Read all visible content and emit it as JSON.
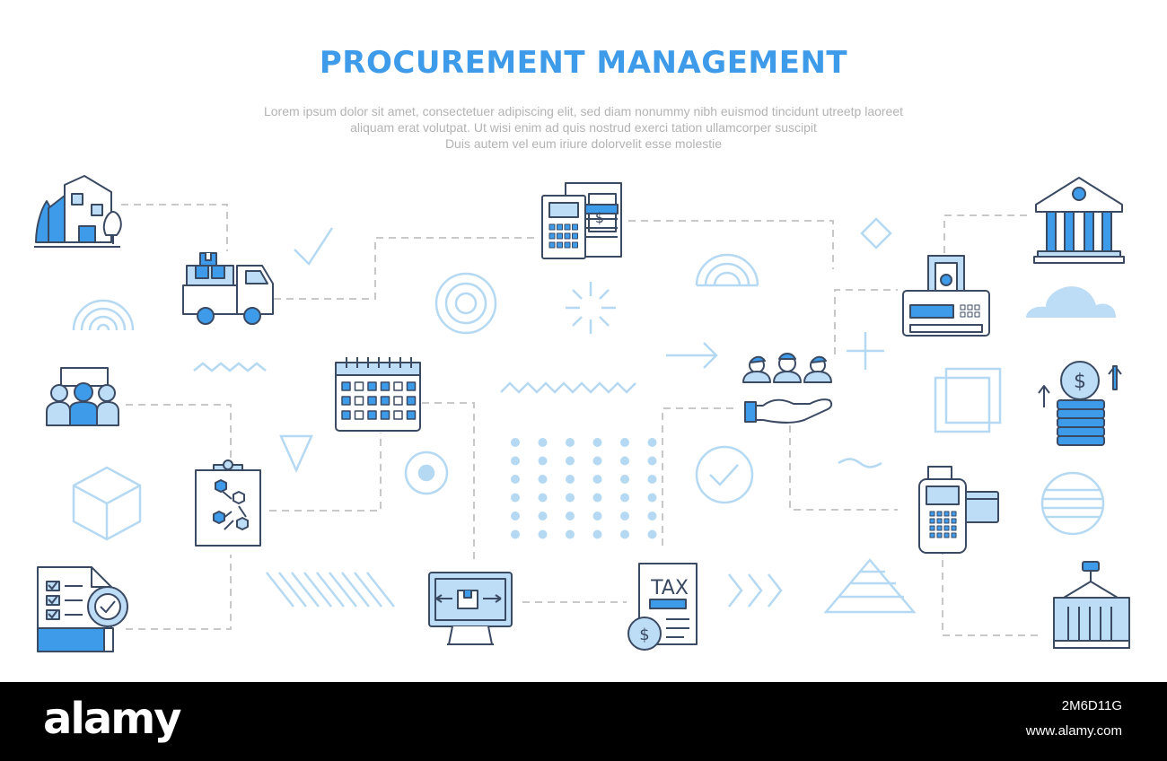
{
  "colors": {
    "accent": "#3d9be9",
    "dark": "#3b4a63",
    "light": "#cfe5f7",
    "fill": "#bddcf5",
    "line": "#c8c8c8",
    "deco": "#b5d9f2"
  },
  "header": {
    "title": "PROCUREMENT MANAGEMENT",
    "subtitle_lines": [
      "Lorem ipsum dolor sit amet, consectetuer adipiscing elit, sed diam nonummy nibh euismod tincidunt utreetp laoreet",
      "aliquam erat volutpat. Ut wisi enim ad  quis nostrud exerci tation ullamcorper suscipit",
      "Duis autem vel eum iriure dolorvelit esse molestie"
    ]
  },
  "icons": [
    "house-icon",
    "delivery-truck-icon",
    "team-presentation-icon",
    "hexagon-network-clipboard-icon",
    "checklist-magnifier-icon",
    "calendar-icon",
    "accounting-calculator-icon",
    "monitor-package-icon",
    "tax-document-icon",
    "supplier-hand-icon",
    "cash-register-icon",
    "bank-icon",
    "dollar-coin-stack-icon",
    "card-payment-terminal-icon",
    "cargo-container-icon"
  ],
  "footer": {
    "brand": "alamy",
    "image_id": "2M6D11G",
    "site": "www.alamy.com"
  }
}
